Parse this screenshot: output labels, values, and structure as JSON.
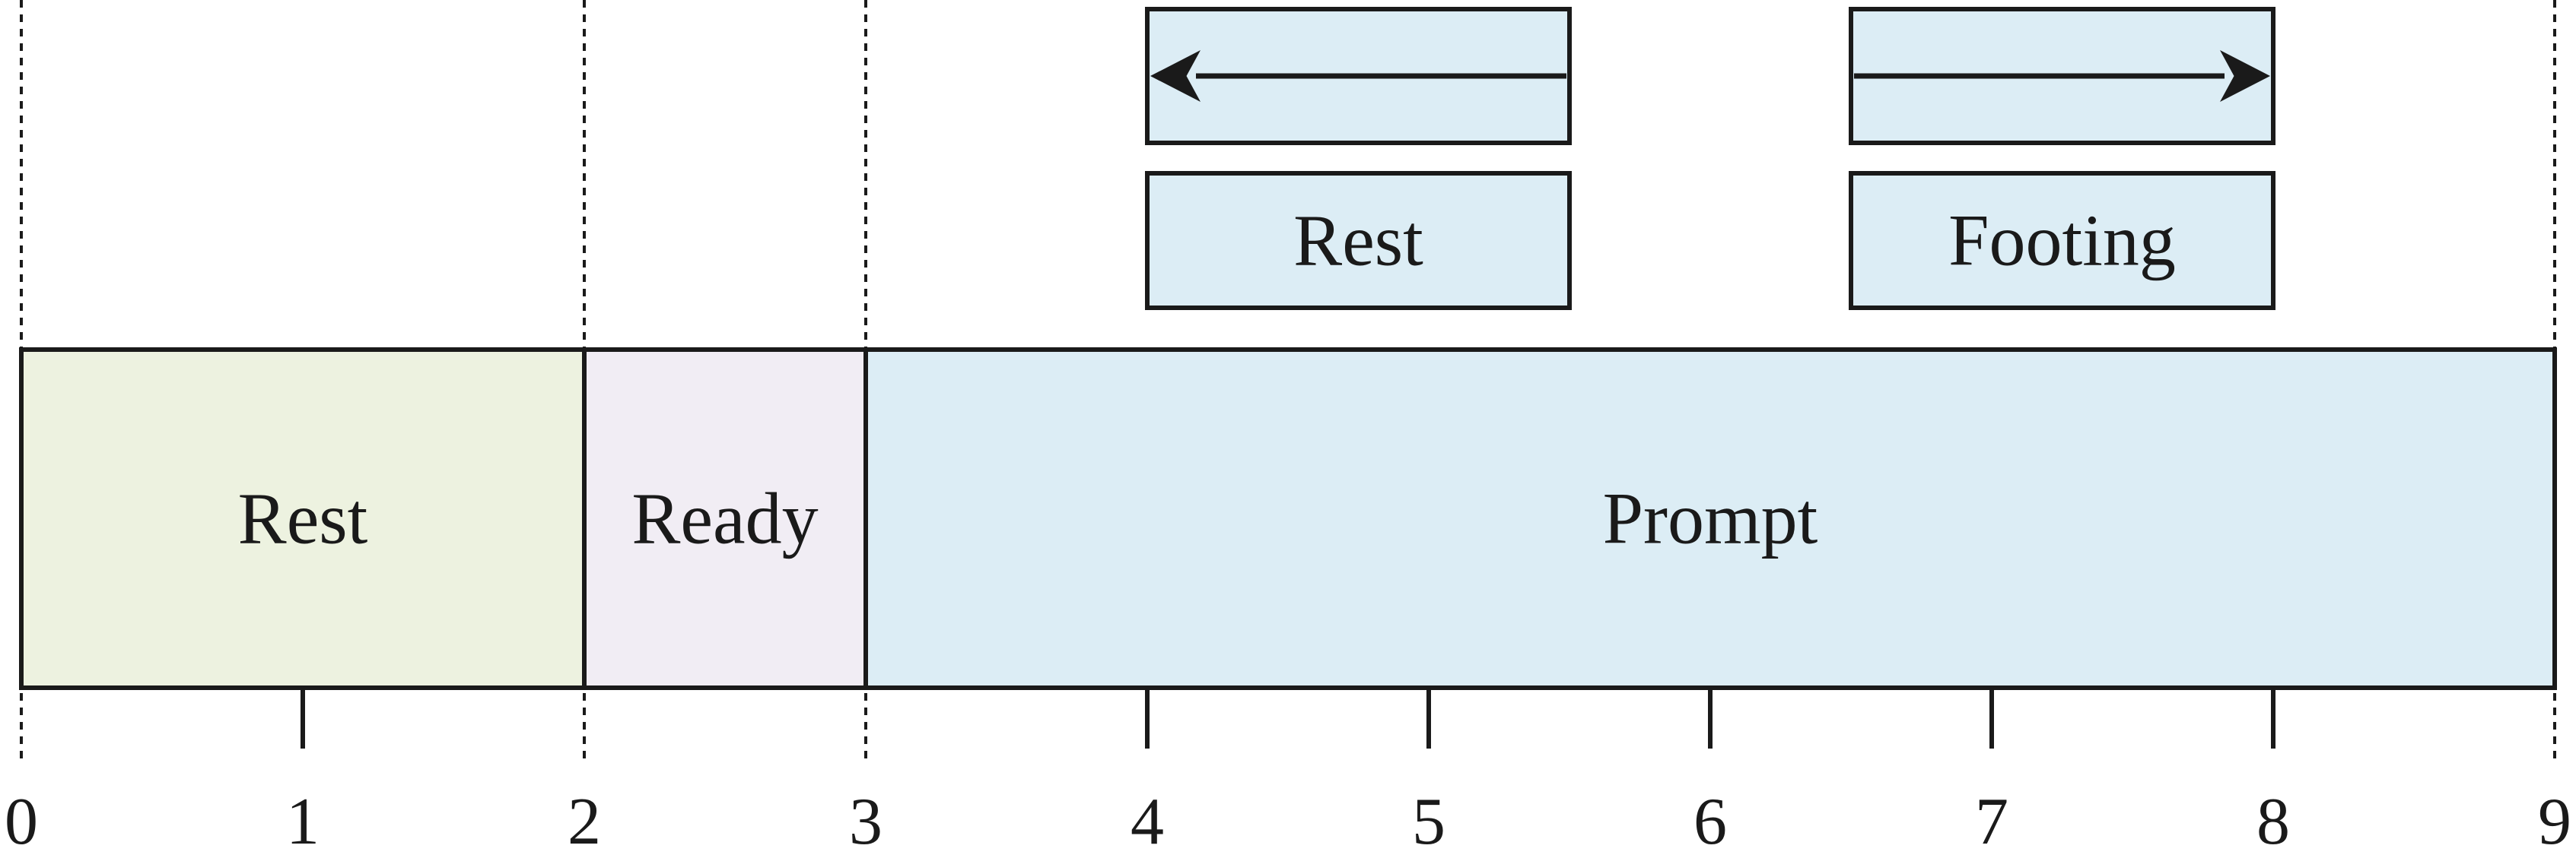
{
  "timeline": {
    "min": 0,
    "max": 9,
    "ticks": [
      0,
      1,
      2,
      3,
      4,
      5,
      6,
      7,
      8,
      9
    ],
    "dashed_at": [
      0,
      2,
      3,
      9
    ]
  },
  "phases": [
    {
      "name": "rest",
      "label": "Rest",
      "start": 0,
      "end": 2,
      "color": "#edf2e0"
    },
    {
      "name": "ready",
      "label": "Ready",
      "start": 2,
      "end": 3,
      "color": "#f1edf4"
    },
    {
      "name": "prompt",
      "label": "Prompt",
      "start": 3,
      "end": 9,
      "color": "#dcedf5"
    }
  ],
  "cues": [
    {
      "name": "left",
      "label": "Rest",
      "start": 4,
      "end": 5.5,
      "arrow": "left",
      "color": "#dcedf5"
    },
    {
      "name": "right",
      "label": "Footing",
      "start": 6.5,
      "end": 8,
      "arrow": "right",
      "color": "#dcedf5"
    }
  ],
  "colors": {
    "stroke": "#1a1a1a"
  }
}
